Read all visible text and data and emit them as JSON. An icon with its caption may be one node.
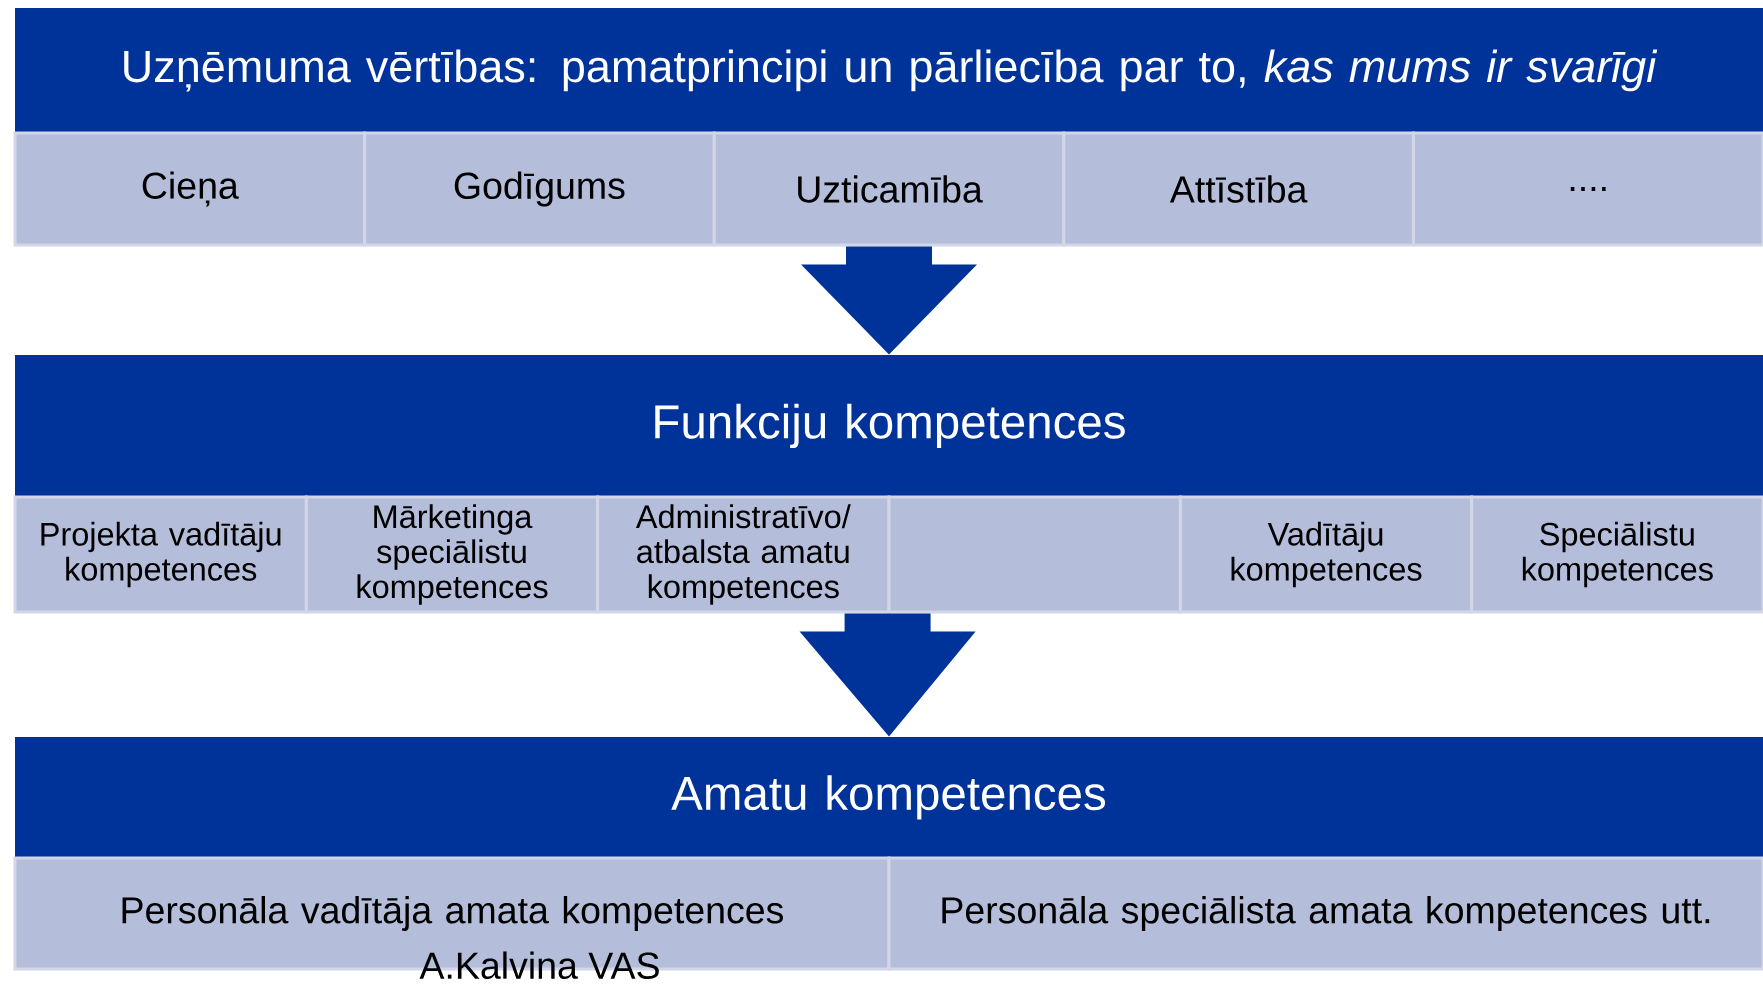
{
  "diagram": {
    "nodes": [
      {
        "text": [
          "Uzņēmuma vērtības: pamatprincipi un pārliecība par to, *kas mums ir svarīgi*"
        ]
      },
      {
        "text": [
          "Cieņa"
        ]
      },
      {
        "text": [
          "Godīgums"
        ]
      },
      {
        "text": [
          "Uzticamība"
        ]
      },
      {
        "text": [
          "Attīstība"
        ]
      },
      {
        "text": [
          "...."
        ]
      },
      {
        "text": [
          "Funkciju kompetences"
        ]
      },
      {
        "text": [
          "Projekta vadītāju kompetences"
        ]
      },
      {
        "text": [
          "Mārketinga speciālistu kompetences"
        ]
      },
      {
        "text": [
          "Administratīvo/ atbalsta amatu kompetences"
        ]
      },
      {
        "text": [],
        "shape": "box"
      },
      {
        "text": [
          "Vadītāju kompetences"
        ]
      },
      {
        "text": [
          "Speciālistu kompetences"
        ]
      },
      {
        "text": [
          "Amatu kompetences"
        ]
      },
      {
        "text": [
          "Personāla vadītāja amata kompetences"
        ]
      },
      {
        "text": [
          "Personāla speciālista amata kompetences utt."
        ]
      }
    ],
    "edges": [
      {
        "from": 3,
        "to": 6,
        "arrow": "to"
      },
      {
        "from": 10,
        "to": 13,
        "arrow": "to"
      }
    ],
    "labels": [
      "A.Kalvina VAS"
    ]
  }
}
